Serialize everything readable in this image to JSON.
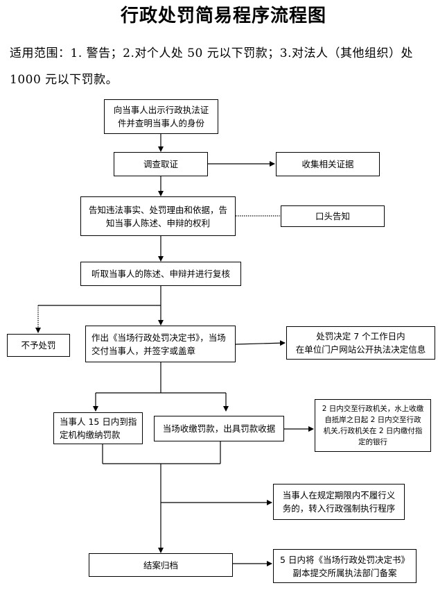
{
  "title": "行政处罚简易程序流程图",
  "scope": "适用范围：1. 警告；2.对个人处 50 元以下罚款；3.对法人（其他组织）处 1000 元以下罚款。",
  "nodes": {
    "show_id": "向当事人出示行政执法证\n件并查明当事人的身份",
    "investigate": "调查取证",
    "collect": "收集相关证据",
    "inform": "告知违法事实、处罚理由和依据，告\n知当事人陈述、申辩的权利",
    "oral": "口头告知",
    "hear": "听取当事人的陈述、申辩并进行复核",
    "no_penalty": "不予处罚",
    "decision": "作出《当场行政处罚决定书》，当场\n交付当事人，并签字或盖章",
    "publicize": "处罚决定 7 个工作日内\n在单位门户网站公开执法决定信息",
    "pay_bank": "当事人 15 日内到指\n定机构缴纳罚款",
    "pay_onsite": "当场收缴罚款，出具罚款收据",
    "submit_fine": "2 日内交至行政机关，水上收缴\n自抵岸之日起 2 日内交至行政\n机关,行政机关在 2 日内缴付指\n定的银行",
    "enforce": "当事人在规定期限内不履行义\n务的，转入行政强制执行程序",
    "archive": "结案归档",
    "file_copy": "5 日内将《当场行政处罚决定书》\n副本提交所属执法部门备案"
  }
}
